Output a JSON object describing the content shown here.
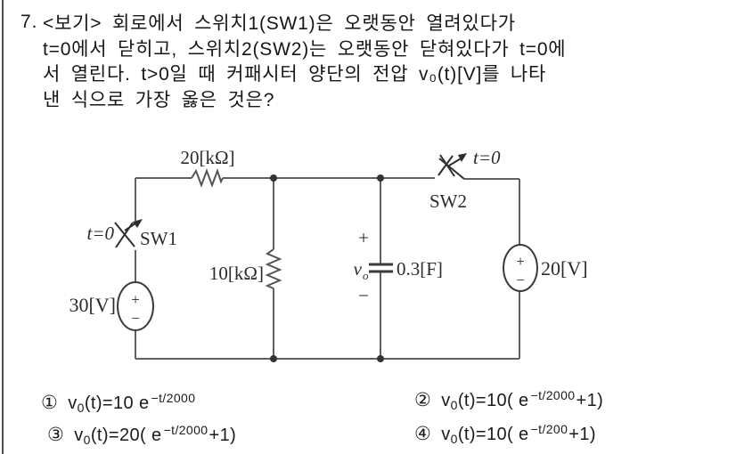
{
  "question": {
    "number": "7.",
    "lines": [
      "<보기> 회로에서 스위치1(SW1)은 오랫동안 열려있다가",
      "t=0에서 닫히고, 스위치2(SW2)는 오랫동안 닫혀있다가 t=0에",
      "서 열린다. t>0일 때 커패시터 양단의 전압 v₀(t)[V]를 나타",
      "낸 식으로 가장 옳은 것은?"
    ]
  },
  "circuit": {
    "resistor_top_label": "20[kΩ]",
    "resistor_mid_label": "10[kΩ]",
    "sw1": {
      "name": "SW1",
      "time": "t=0"
    },
    "sw2": {
      "name": "SW2",
      "time": "t=0"
    },
    "source_left_label": "30[V]",
    "source_right_label": "20[V]",
    "source_plus": "+",
    "source_minus": "−",
    "capacitor": {
      "var": "v",
      "var_sub": "o",
      "plus": "+",
      "minus": "−",
      "value": "0.3[F]"
    }
  },
  "choices": [
    {
      "num": "①",
      "var": "v",
      "var_sub": "0",
      "mid": "(t)=10 e",
      "sup": "−t/2000",
      "post": ""
    },
    {
      "num": "②",
      "var": "v",
      "var_sub": "0",
      "mid": "(t)=10( e",
      "sup": "−t/2000",
      "post": "+1)"
    },
    {
      "num": "③",
      "var": "v",
      "var_sub": "0",
      "mid": "(t)=20( e",
      "sup": "−t/2000",
      "post": "+1)"
    },
    {
      "num": "④",
      "var": "v",
      "var_sub": "0",
      "mid": "(t)=10( e",
      "sup": "−t/200",
      "post": "+1)"
    }
  ],
  "colors": {
    "wire": "#606060",
    "symbol": "#3a3a3a",
    "text": "#161616",
    "border": "#4f4f4f"
  }
}
